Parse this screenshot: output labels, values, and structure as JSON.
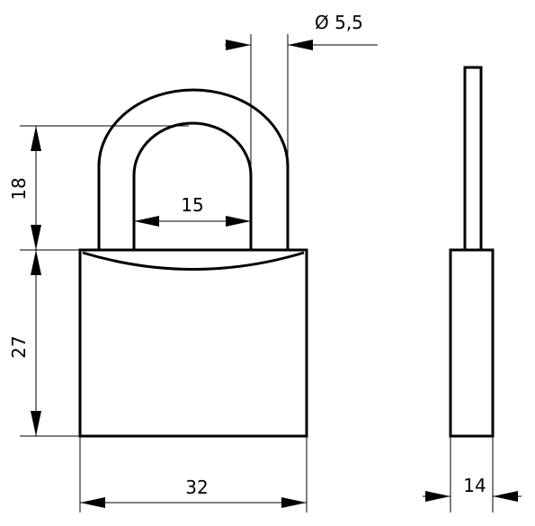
{
  "dimensions": {
    "shackle_diameter": "Ø 5,5",
    "shackle_height": "18",
    "shackle_inner_width": "15",
    "body_height": "27",
    "body_width": "32",
    "body_thickness": "14"
  }
}
